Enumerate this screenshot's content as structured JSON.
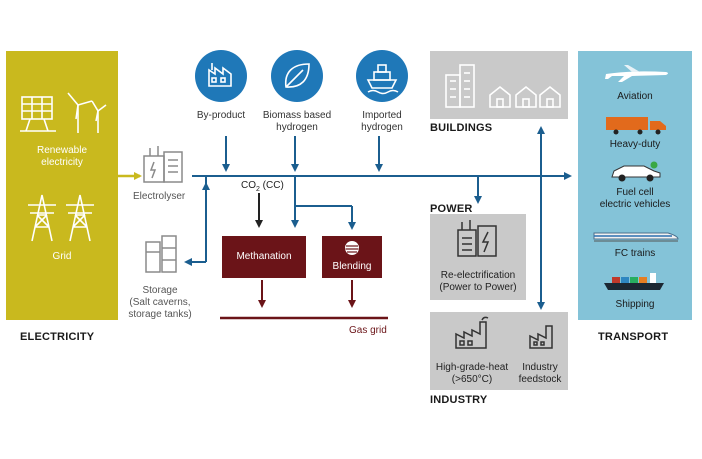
{
  "colors": {
    "electricity_panel": "#c9b91e",
    "transport_panel": "#84c3d8",
    "grey_panel": "#c9c9c9",
    "flow_line": "#1b5e8f",
    "gas_red": "#6b1418",
    "source_blue": "#1f78b8"
  },
  "electricity": {
    "renewable": "Renewable\nelectricity",
    "grid": "Grid",
    "section": "ELECTRICITY"
  },
  "electrolyser": "Electrolyser",
  "storage": "Storage\n(Salt caverns,\nstorage tanks)",
  "sources": [
    {
      "label": "By-product",
      "icon": "factory-icon"
    },
    {
      "label": "Biomass based\nhydrogen",
      "icon": "leaf-icon"
    },
    {
      "label": "Imported\nhydrogen",
      "icon": "ship-icon"
    }
  ],
  "co2_label": {
    "main": "CO",
    "sub": "2",
    "suffix": " (CC)"
  },
  "methanation": "Methanation",
  "blending": "Blending",
  "gas_grid": "Gas grid",
  "buildings": {
    "section": "BUILDINGS"
  },
  "power": {
    "section": "POWER",
    "label": "Re-electrification\n(Power to Power)"
  },
  "industry": {
    "section": "INDUSTRY",
    "heat": "High-grade-heat\n(>650°C)",
    "feedstock": "Industry\nfeedstock"
  },
  "transport": {
    "section": "TRANSPORT",
    "items": [
      {
        "label": "Aviation",
        "icon": "airplane-icon"
      },
      {
        "label": "Heavy-duty",
        "icon": "truck-icon"
      },
      {
        "label": "Fuel cell\nelectric vehicles",
        "icon": "car-icon"
      },
      {
        "label": "FC trains",
        "icon": "train-icon"
      },
      {
        "label": "Shipping",
        "icon": "cargo-ship-icon"
      }
    ]
  }
}
